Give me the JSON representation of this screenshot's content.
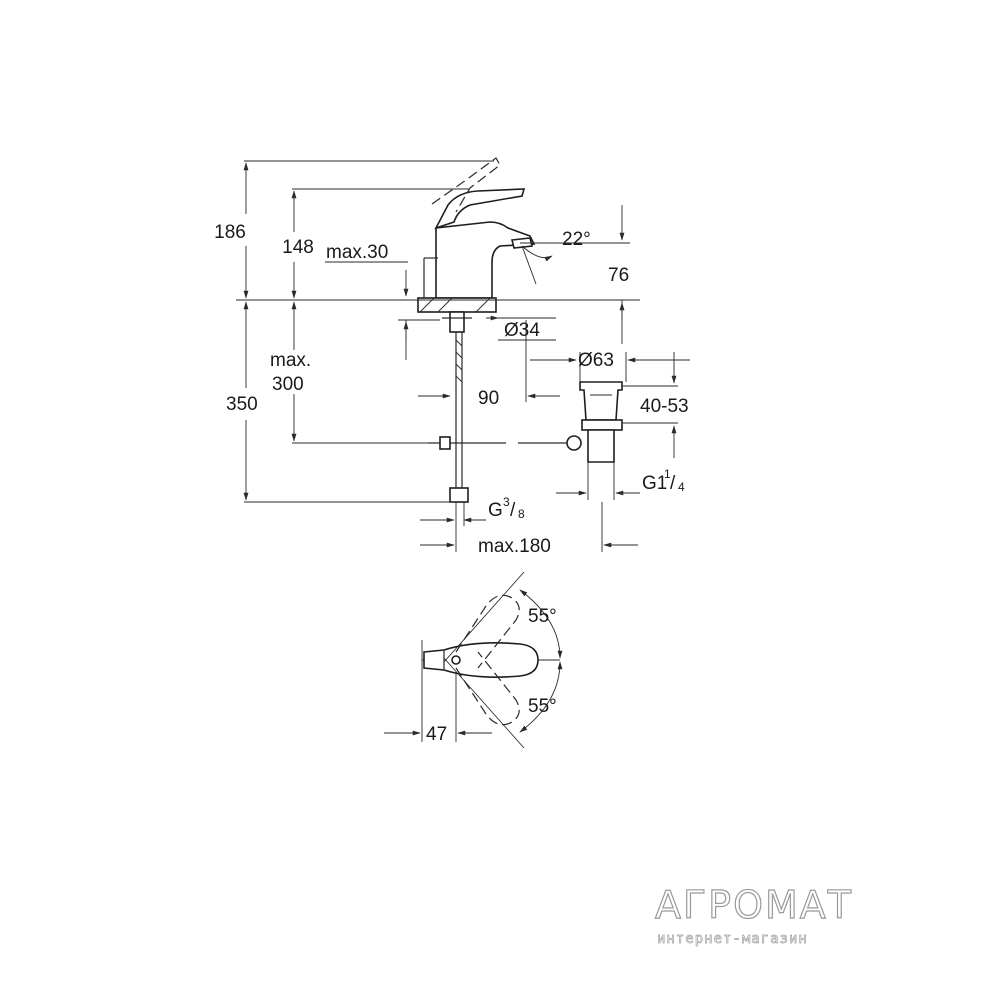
{
  "labels": {
    "h186": "186",
    "h148": "148",
    "max30": "max.30",
    "angle22": "22°",
    "h76": "76",
    "d34": "Ø34",
    "d63": "Ø63",
    "max300_a": "max.",
    "max300_b": "300",
    "h350": "350",
    "w90": "90",
    "r4053": "40-53",
    "g114_main": "G1",
    "g114_num": "1",
    "g114_den": "4",
    "g38_main": "G",
    "g38_num": "3",
    "g38_den": "8",
    "max180": "max.180",
    "angle55_top": "55°",
    "angle55_bottom": "55°",
    "w47": "47"
  },
  "watermark": {
    "name": "АГРОМАТ",
    "tagline": "интернет-магазин"
  }
}
